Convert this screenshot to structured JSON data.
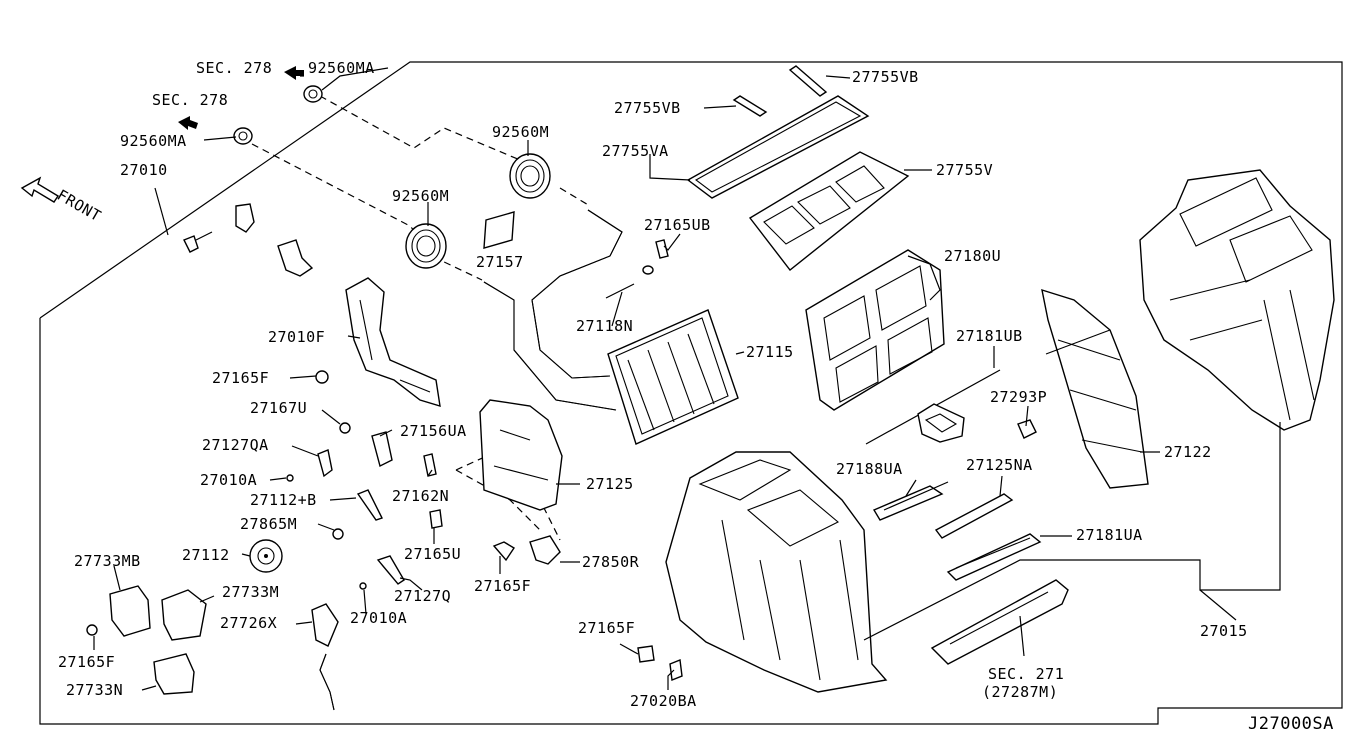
{
  "diagram": {
    "code": "J27000SA",
    "direction_label": "FRONT",
    "labels": {
      "sec278_a": "SEC. 278",
      "sec278_b": "SEC. 278",
      "p92560MA_a": "92560MA",
      "p92560MA_b": "92560MA",
      "p27010": "27010",
      "p92560M_a": "92560M",
      "p92560M_b": "92560M",
      "p27157": "27157",
      "p27755VB_a": "27755VB",
      "p27755VB_b": "27755VB",
      "p27755VA": "27755VA",
      "p27755V": "27755V",
      "p27165UB": "27165UB",
      "p27180U": "27180U",
      "p27118N": "27118N",
      "p27115": "27115",
      "p27181UB": "27181UB",
      "p27010F": "27010F",
      "p27165F_a": "27165F",
      "p27167U": "27167U",
      "p27156UA": "27156UA",
      "p27127QA": "27127QA",
      "p27010A_a": "27010A",
      "p27162N": "27162N",
      "p27125": "27125",
      "p27293P": "27293P",
      "p27122": "27122",
      "p27112B": "27112+B",
      "p27865M": "27865M",
      "p27188UA": "27188UA",
      "p27125NA": "27125NA",
      "p27165U": "27165U",
      "p27112": "27112",
      "p27733MB": "27733MB",
      "p27850R": "27850R",
      "p27181UA": "27181UA",
      "p27165F_b": "27165F",
      "p27127Q": "27127Q",
      "p27733M": "27733M",
      "p27726X": "27726X",
      "p27010A_b": "27010A",
      "p27165F_c": "27165F",
      "p27165F_d": "27165F",
      "p27015": "27015",
      "sec271": "SEC. 271",
      "p27287M": "(27287M)",
      "p27733N": "27733N",
      "p27020BA": "27020BA"
    }
  }
}
